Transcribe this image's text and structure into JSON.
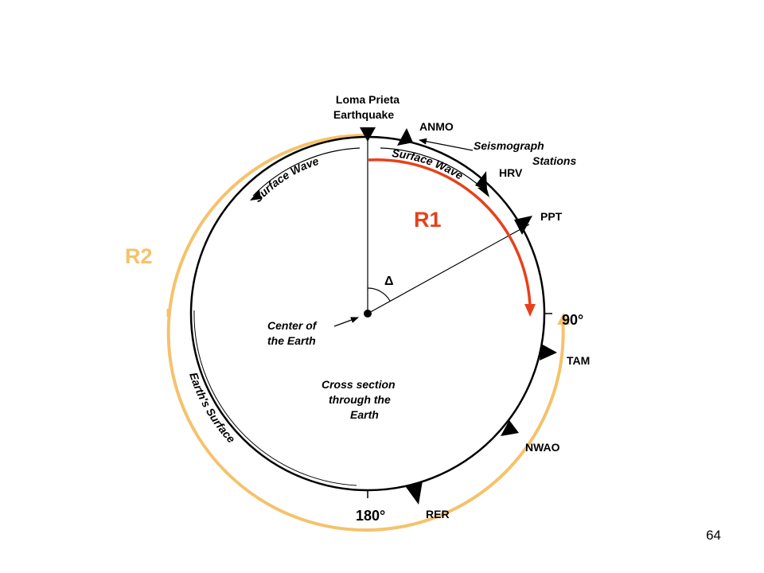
{
  "title": "",
  "page_number": "64",
  "colors": {
    "r1": "#e8401a",
    "r2": "#f5c26b",
    "ink": "#000000"
  },
  "labels": {
    "epicenter_line1": "Loma Prieta",
    "epicenter_line2": "Earthquake",
    "seismograph_line1": "Seismograph",
    "seismograph_line2": "Stations",
    "surface_wave": "Surface Wave",
    "center_line1": "Center of",
    "center_line2": "the Earth",
    "cross_line1": "Cross section",
    "cross_line2": "through the",
    "cross_line3": "Earth",
    "earths_surface": "Earth's Surface",
    "delta": "Δ",
    "deg_90": "90°",
    "deg_180": "180°",
    "r1": "R1",
    "r2": "R2"
  },
  "stations": [
    "ANMO",
    "HRV",
    "PPT",
    "TAM",
    "NWAO",
    "RER"
  ]
}
